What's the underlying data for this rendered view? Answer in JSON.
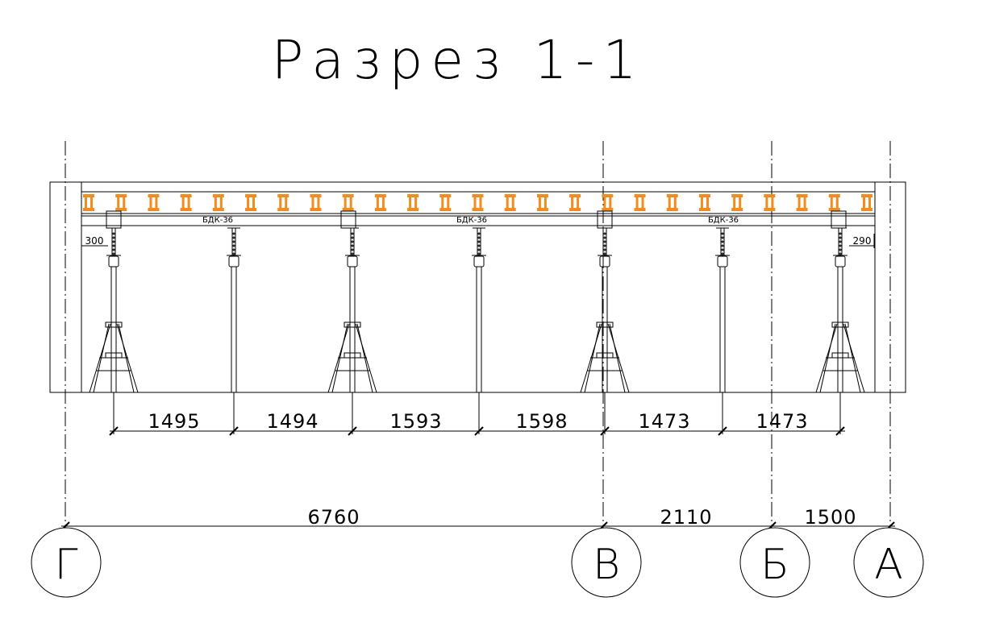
{
  "title": "Разрез 1-1",
  "beam_labels": [
    "БДК-36",
    "БДК-36",
    "БДК-36"
  ],
  "edge_offsets": {
    "left": "300",
    "right": "290"
  },
  "prop_spacings": [
    "1495",
    "1494",
    "1593",
    "1598",
    "1473",
    "1473"
  ],
  "axis_spacings": [
    "6760",
    "2110",
    "1500"
  ],
  "axes": [
    "Г",
    "В",
    "Б",
    "А"
  ],
  "colors": {
    "lines": "#000000",
    "joist": "#f28c1e"
  },
  "joist_count": 25
}
